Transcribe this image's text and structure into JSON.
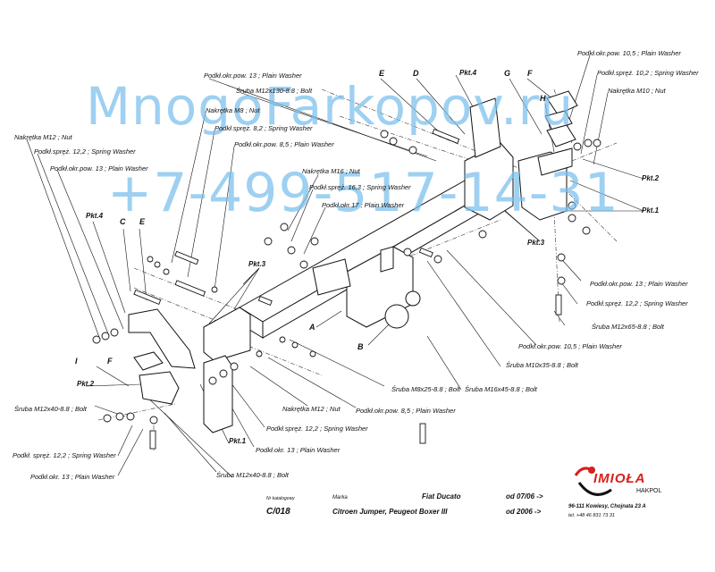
{
  "watermark": {
    "site": "MnogoFarkopov.ru",
    "phone": "+7-499-517-14-31"
  },
  "labels": {
    "washer_13_top": "Podkł.okr.pow. 13 ; Plain Washer",
    "bolt_12x130": "Śruba M12x130-8.8 ; Bolt",
    "nut_m8": "Nakrętka M8 ; Nut",
    "spring_82": "Podkł.spręż. 8,2 ; Spring Washer",
    "washer_85_top": "Podkł.okr.pow. 8,5 ; Plain Washer",
    "nut_m16": "Nakrętka M16 ; Nut",
    "spring_163": "Podkł.spręż. 16,3 ; Spring Washer",
    "washer_17": "Podkł.okr.17 ; Plain Washer",
    "nut_m12_left": "Nakrętka M12 ; Nut",
    "spring_122_left": "Podkł.spręż. 12,2 ; Spring Washer",
    "washer_13_left": "Podkł.okr.pow. 13 ; Plain Washer",
    "washer_105_tr": "Podkł.okr.pow. 10,5 ; Plain Washer",
    "spring_102": "Podkł.spręż. 10,2 ; Spring Washer",
    "nut_m10": "Nakrętka M10 ; Nut",
    "washer_13_right": "Podkł.okr.pow. 13 ; Plain Washer",
    "spring_122_right": "Podkł.spręż. 12,2 ; Spring Washer",
    "bolt_12x65": "Śruba M12x65-8.8 ; Bolt",
    "washer_105_mid": "Podkł.okr.pow. 10,5 ; Plain Washer",
    "bolt_10x35": "Śruba M10x35-8.8 ; Bolt",
    "bolt_16x45": "Śruba M16x45-8.8 ; Bolt",
    "bolt_8x25": "Śruba M8x25-8.8 ; Bolt",
    "washer_85_bottom": "Podkł.okr.pow. 8,5 ; Plain Washer",
    "nut_m12_bottom": "Nakrętka M12 ; Nut",
    "spring_122_bottom": "Podkł.spręż. 12,2 ; Spring Washer",
    "washer_13_bottom": "Podkł.okr. 13 ; Plain Washer",
    "bolt_12x40_bottom": "Śruba M12x40-8.8 ; Bolt",
    "bolt_12x40_left": "Śruba M12x40-8.8 ; Bolt",
    "spring_122_bl": "Podkł. spręż. 12,2 ; Spring Washer",
    "washer_13_bl": "Podkł.okr. 13 ; Plain Washer"
  },
  "parts": {
    "A": "A",
    "B": "B",
    "C": "C",
    "D": "D",
    "E": "E",
    "F": "F",
    "G": "G",
    "H": "H",
    "I": "I"
  },
  "pkt": {
    "p1": "Pkt.1",
    "p2": "Pkt.2",
    "p3": "Pkt.3",
    "p4": "Pkt.4"
  },
  "title_block": {
    "catalog_label": "Nr katalogowy",
    "catalog_no": "C/018",
    "make_label": "Marka",
    "model1": "Fiat Ducato",
    "date1": "od 07/06 ->",
    "model2": "Citroen Jumper, Peugeot Boxer III",
    "date2": "od 2006 ->",
    "brand": "IMIOŁA",
    "brand_sub": "HAKPOL",
    "address": "96-111 Kowiesy, Chojnata 23 A",
    "phone": "tel. +48 46 831 73 31"
  },
  "colors": {
    "watermark": "#78bee9",
    "logo_red": "#d8201c",
    "line": "#111111"
  }
}
